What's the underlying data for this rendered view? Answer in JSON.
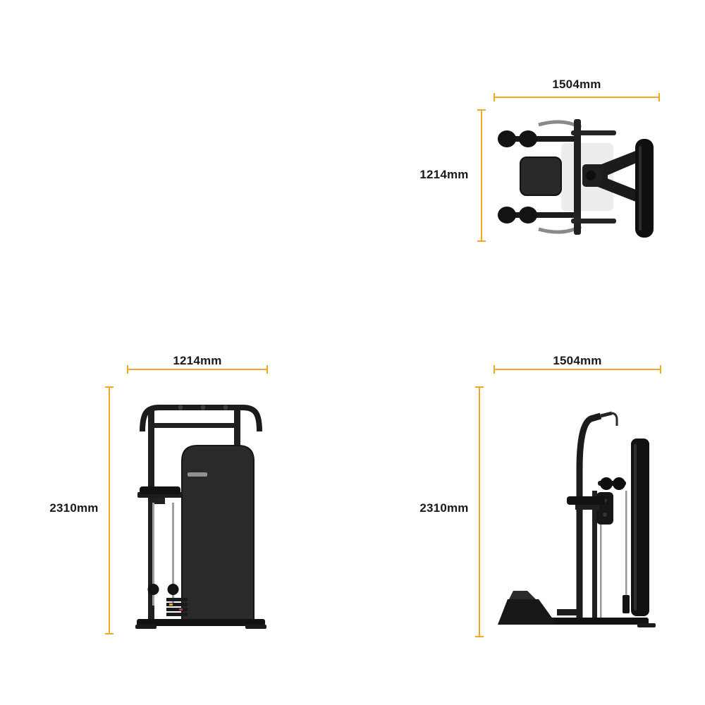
{
  "colors": {
    "dimension_line": "#F5A623",
    "label_text": "#1A1A1A",
    "background": "#FFFFFF"
  },
  "views": {
    "top": {
      "width": "1504mm",
      "depth": "1214mm"
    },
    "front": {
      "width": "1214mm",
      "height": "2310mm"
    },
    "side": {
      "width": "1504mm",
      "height": "2310mm"
    }
  }
}
